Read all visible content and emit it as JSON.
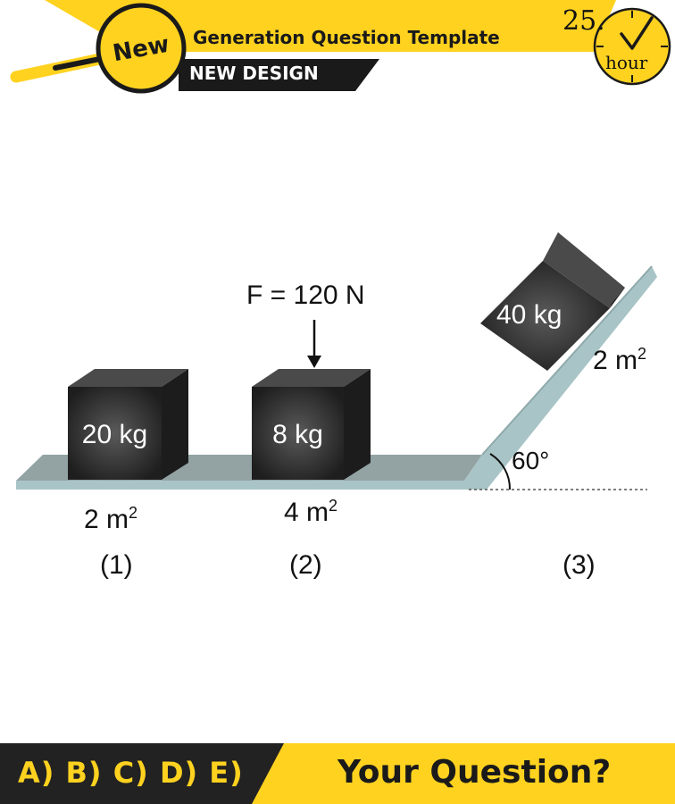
{
  "header": {
    "badge": "New",
    "title": "Generation Question Template",
    "subtitle": "NEW DESIGN",
    "clock_number": "25.",
    "clock_unit": "hour"
  },
  "diagram": {
    "force_label": "F = 120 N",
    "blocks": [
      {
        "mass": "20 kg",
        "area_value": "2 m",
        "area_exp": "2",
        "caption": "(1)"
      },
      {
        "mass": "8 kg",
        "area_value": "4 m",
        "area_exp": "2",
        "caption": "(2)"
      },
      {
        "mass": "40 kg",
        "area_value": "2 m",
        "area_exp": "2",
        "caption": "(3)"
      }
    ],
    "angle_label": "60°"
  },
  "footer": {
    "answers": "A) B) C) D) E)",
    "question": "Your Question?"
  },
  "colors": {
    "accent_yellow": "#ffd21f",
    "footer_dark": "#222222",
    "surface": "#a8c4c6",
    "block_dark": "#2a2a2a"
  }
}
